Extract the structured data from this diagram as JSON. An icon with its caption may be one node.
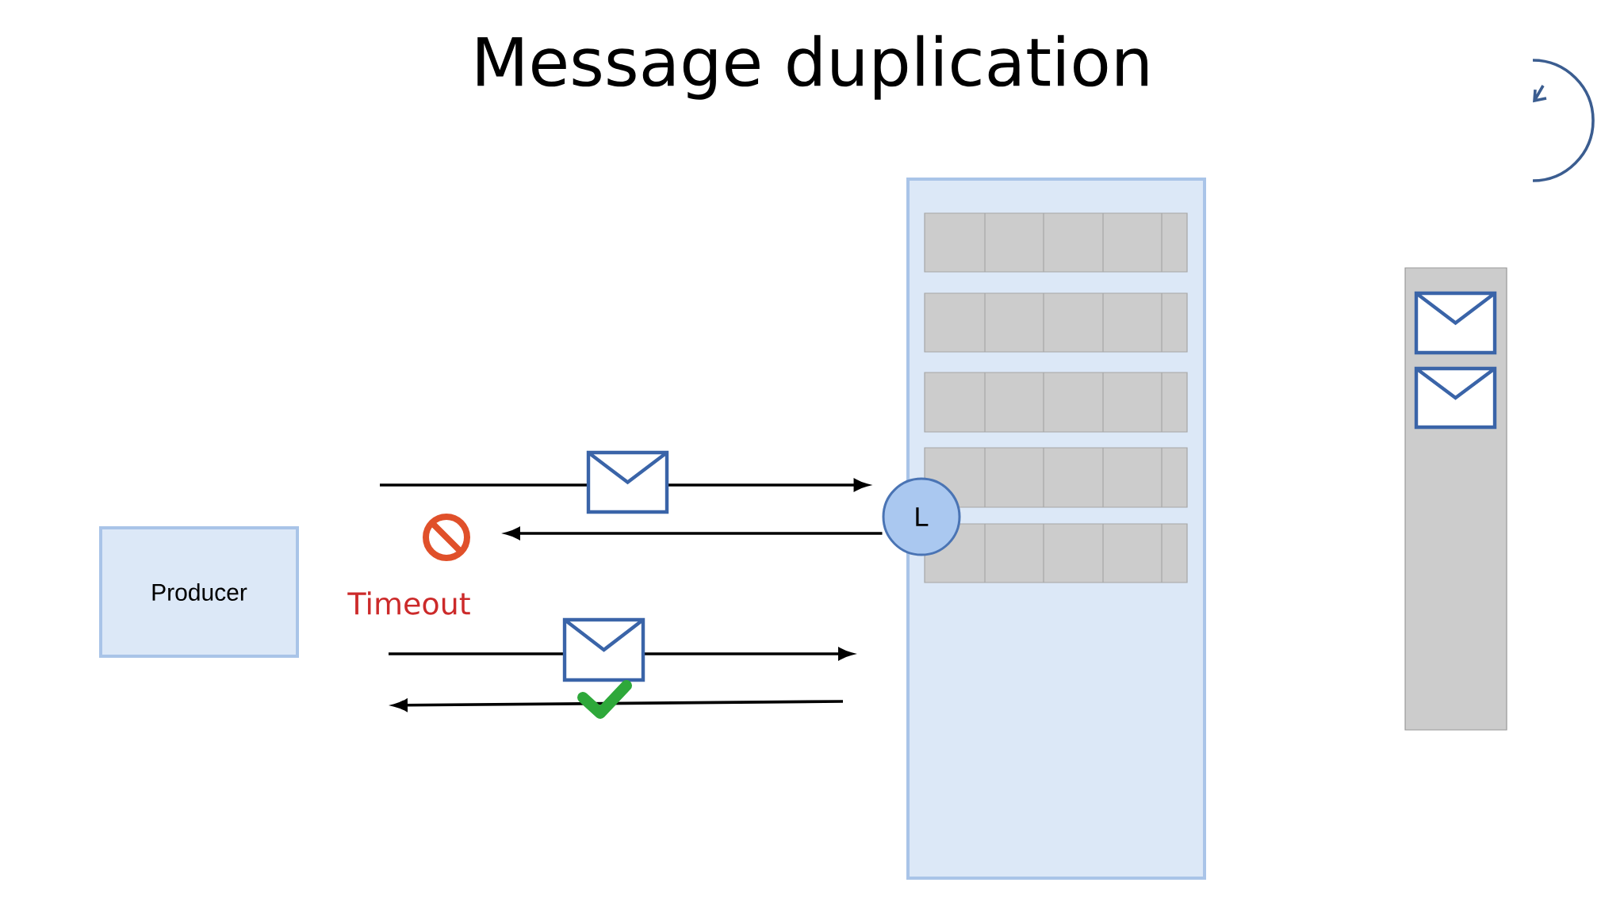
{
  "diagram": {
    "title": "Message duplication",
    "nodes": [
      {
        "text": [
          "Producer"
        ]
      },
      {
        "text": [
          "L"
        ]
      }
    ],
    "edges": [
      {
        "from": null,
        "to": 1,
        "arrow": "to"
      },
      {
        "from": 1,
        "to": null,
        "arrow": "to"
      }
    ],
    "labels": [
      "Timeout"
    ]
  }
}
